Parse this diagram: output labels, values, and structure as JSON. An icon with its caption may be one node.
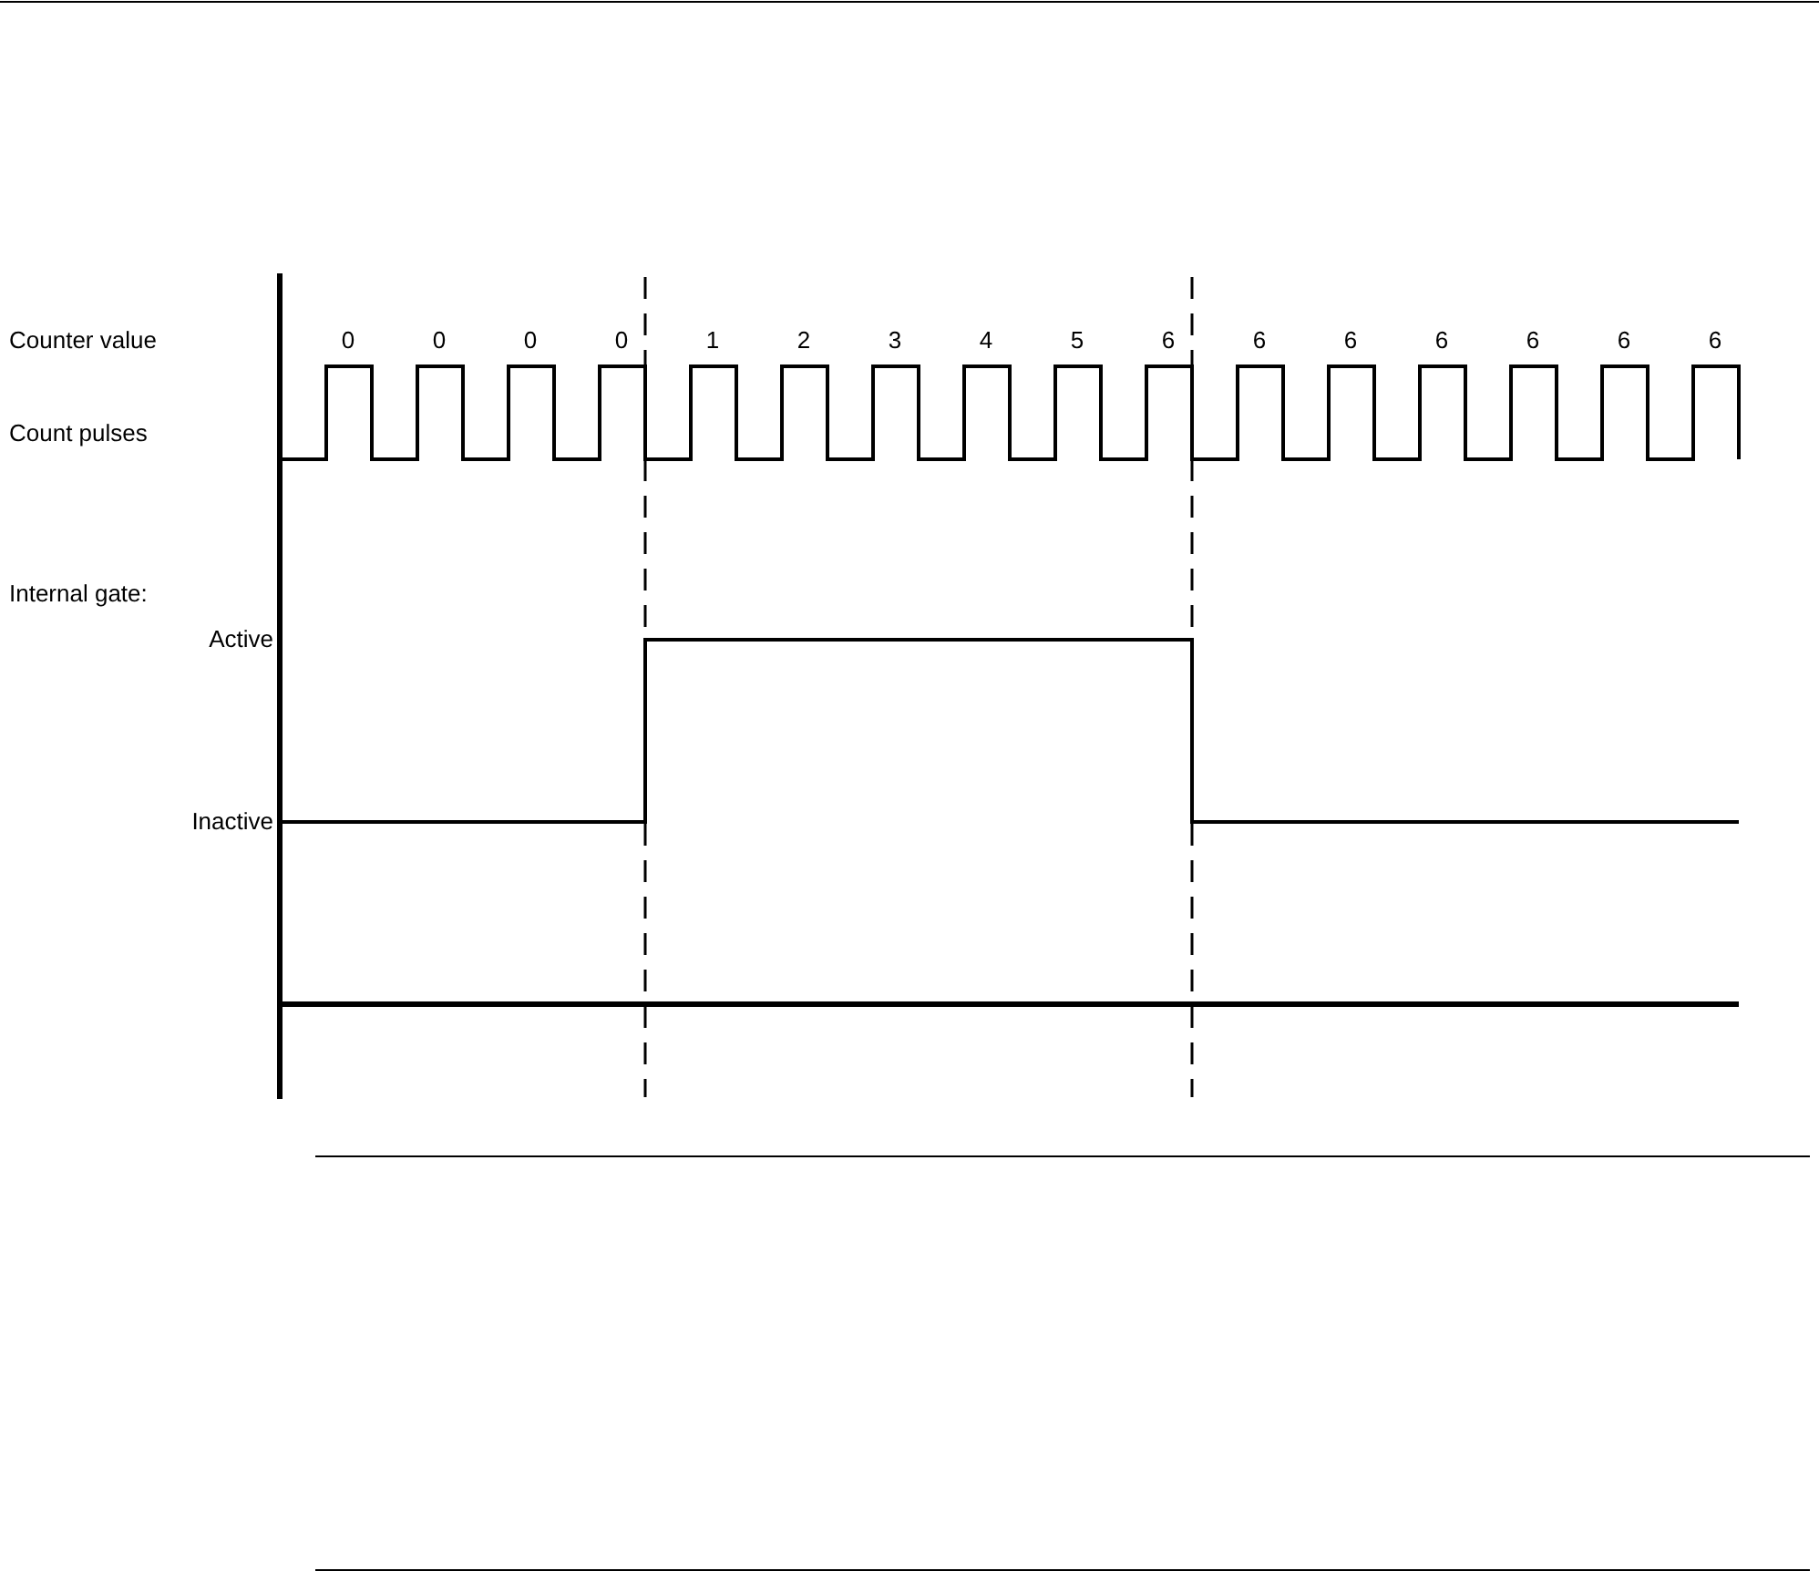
{
  "diagram": {
    "labels": [
      "Counter value",
      "0",
      "0",
      "0",
      "0",
      "1",
      "2",
      "3",
      "4",
      "5",
      "6",
      "6",
      "6",
      "6",
      "6",
      "6",
      "6",
      "Count pulses",
      "Internal gate:",
      "Active",
      "Inactive"
    ]
  }
}
